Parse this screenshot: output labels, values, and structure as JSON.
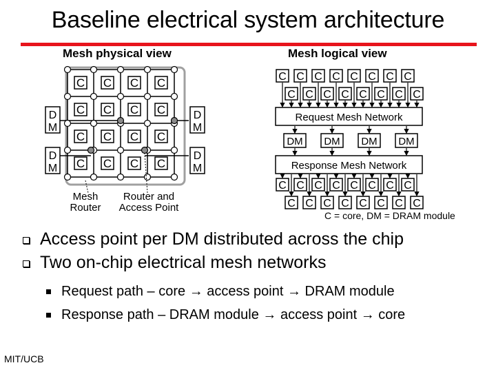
{
  "slide": {
    "title": "Baseline electrical system architecture",
    "footer": "MIT/UCB"
  },
  "physical_view": {
    "label": "Mesh physical view",
    "core_letter": "C",
    "dm_letters": [
      "D",
      "M"
    ],
    "router_label": [
      "Mesh",
      "Router"
    ],
    "access_point_label": [
      "Router and",
      "Access Point"
    ]
  },
  "logical_view": {
    "label": "Mesh logical view",
    "request_network": "Request Mesh Network",
    "response_network": "Response Mesh Network",
    "dm_label": "DM",
    "core_letter": "C"
  },
  "caption": "C = core, DM = DRAM module",
  "bullets": [
    "Access point per DM distributed across the chip",
    "Two on-chip electrical mesh networks"
  ],
  "sub_bullets": [
    [
      "Request path – core",
      "access point",
      "DRAM module"
    ],
    [
      "Response path – DRAM module",
      "access point",
      "core"
    ]
  ],
  "colors": {
    "accent_rule": "#e8141c",
    "chip_outline": "#a0a0a0",
    "access_point_fill": "#8a8a8a"
  }
}
